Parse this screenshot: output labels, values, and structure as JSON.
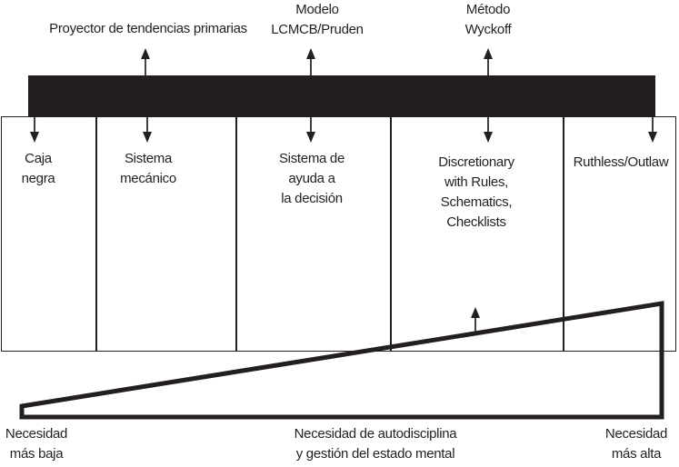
{
  "diagram": {
    "top_labels": [
      {
        "label": "Proyector de tendencias primarias"
      },
      {
        "label": "Modelo\nLCMCB/Pruden"
      },
      {
        "label": "Método\nWyckoff"
      }
    ],
    "columns": [
      {
        "label": "Caja\nnegra"
      },
      {
        "label": "Sistema\nmecánico"
      },
      {
        "label": "Sistema de\nayuda a\nla decisión"
      },
      {
        "label": "Discretionary\nwith Rules,\nSchematics,\nChecklists"
      },
      {
        "label": "Ruthless/Outlaw"
      }
    ],
    "bottom_labels": {
      "left": "Necesidad\nmás baja",
      "center": "Necesidad de autodisciplina\ny gestión del estado mental",
      "right": "Necesidad\nmás alta"
    },
    "colors": {
      "ink": "#231f20",
      "background": "#ffffff"
    }
  }
}
